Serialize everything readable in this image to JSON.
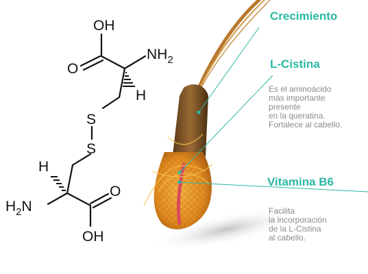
{
  "molecule": {
    "top_oh": "OH",
    "top_o": "O",
    "top_nh2": "NH",
    "top_nh2_sub": "2",
    "top_h": "H",
    "s_upper": "S",
    "s_lower": "S",
    "bottom_h": "H",
    "bottom_h2n": "H",
    "bottom_h2n_sub": "2",
    "bottom_h2n_n": "N",
    "bottom_o": "O",
    "bottom_oh": "OH"
  },
  "labels": {
    "crecimiento": "Crecimiento",
    "l_cistina": "L-Cistina",
    "vitamina_b6": "Vitamina B6"
  },
  "descriptions": {
    "l_cistina": [
      "Es el aminoácido",
      "más importante",
      "presente",
      "en la queratina.",
      "Fortalece al cabello."
    ],
    "vitamina_b6": [
      "Facilita",
      "la incorporación",
      "de la L-Cistina",
      "al cabello."
    ]
  },
  "colors": {
    "accent": "#2bb7a6",
    "desc_text": "#8a8a8a",
    "hair": "#b8782c",
    "follicle": "#8a5a2a",
    "bulb": "#e89a2c"
  }
}
